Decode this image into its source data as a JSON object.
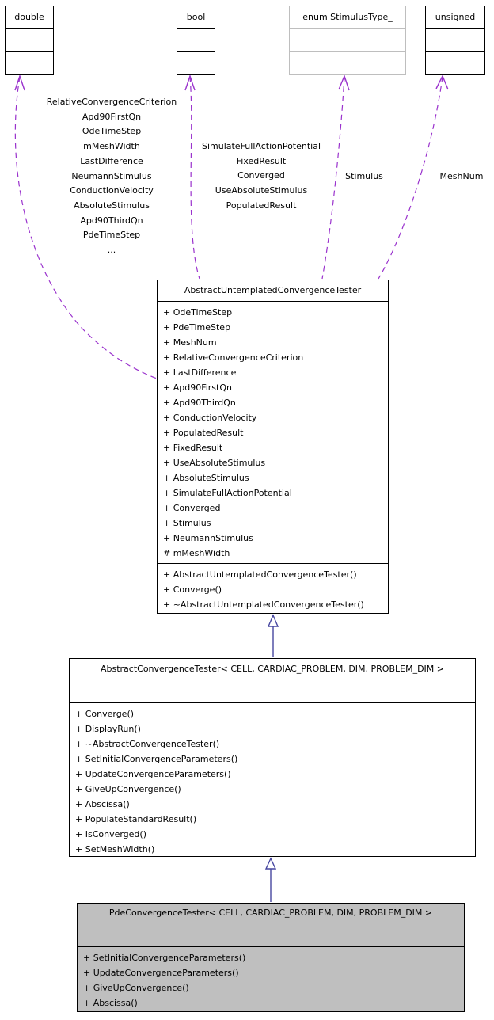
{
  "diagram": {
    "kind": "uml-collaboration-graph",
    "colors": {
      "usage_edge": "#9a32cd",
      "inheritance_edge": "#4646a0",
      "current_node_fill": "#bfbfbf",
      "disabled_border": "#bebebe",
      "node_border": "#000000",
      "background": "#ffffff"
    },
    "type_boxes": {
      "double": {
        "label": "double"
      },
      "bool": {
        "label": "bool"
      },
      "enum": {
        "label": "enum StimulusType_"
      },
      "unsigned": {
        "label": "unsigned"
      }
    },
    "edge_labels": {
      "double_fields": [
        "RelativeConvergenceCriterion",
        "Apd90FirstQn",
        "OdeTimeStep",
        "mMeshWidth",
        "LastDifference",
        "NeumannStimulus",
        "ConductionVelocity",
        "AbsoluteStimulus",
        "Apd90ThirdQn",
        "PdeTimeStep",
        "..."
      ],
      "bool_fields": [
        "SimulateFullActionPotential",
        "FixedResult",
        "Converged",
        "UseAbsoluteStimulus",
        "PopulatedResult"
      ],
      "enum_field": "Stimulus",
      "unsigned_field": "MeshNum"
    },
    "classes": {
      "abstract_untemplated": {
        "name": "AbstractUntemplatedConvergenceTester",
        "attributes": [
          "+ OdeTimeStep",
          "+ PdeTimeStep",
          "+ MeshNum",
          "+ RelativeConvergenceCriterion",
          "+ LastDifference",
          "+ Apd90FirstQn",
          "+ Apd90ThirdQn",
          "+ ConductionVelocity",
          "+ PopulatedResult",
          "+ FixedResult",
          "+ UseAbsoluteStimulus",
          "+ AbsoluteStimulus",
          "+ SimulateFullActionPotential",
          "+ Converged",
          "+ Stimulus",
          "+ NeumannStimulus",
          "# mMeshWidth"
        ],
        "methods": [
          "+ AbstractUntemplatedConvergenceTester()",
          "+ Converge()",
          "+ ~AbstractUntemplatedConvergenceTester()"
        ]
      },
      "abstract_templated": {
        "name": "AbstractConvergenceTester< CELL, CARDIAC_PROBLEM, DIM, PROBLEM_DIM >",
        "attributes": [],
        "methods": [
          "+ Converge()",
          "+ DisplayRun()",
          "+ ~AbstractConvergenceTester()",
          "+ SetInitialConvergenceParameters()",
          "+ UpdateConvergenceParameters()",
          "+ GiveUpConvergence()",
          "+ Abscissa()",
          "+ PopulateStandardResult()",
          "+ IsConverged()",
          "+ SetMeshWidth()"
        ]
      },
      "pde": {
        "name": "PdeConvergenceTester< CELL, CARDIAC_PROBLEM, DIM, PROBLEM_DIM >",
        "attributes": [],
        "methods": [
          "+ SetInitialConvergenceParameters()",
          "+ UpdateConvergenceParameters()",
          "+ GiveUpConvergence()",
          "+ Abscissa()"
        ]
      }
    }
  }
}
